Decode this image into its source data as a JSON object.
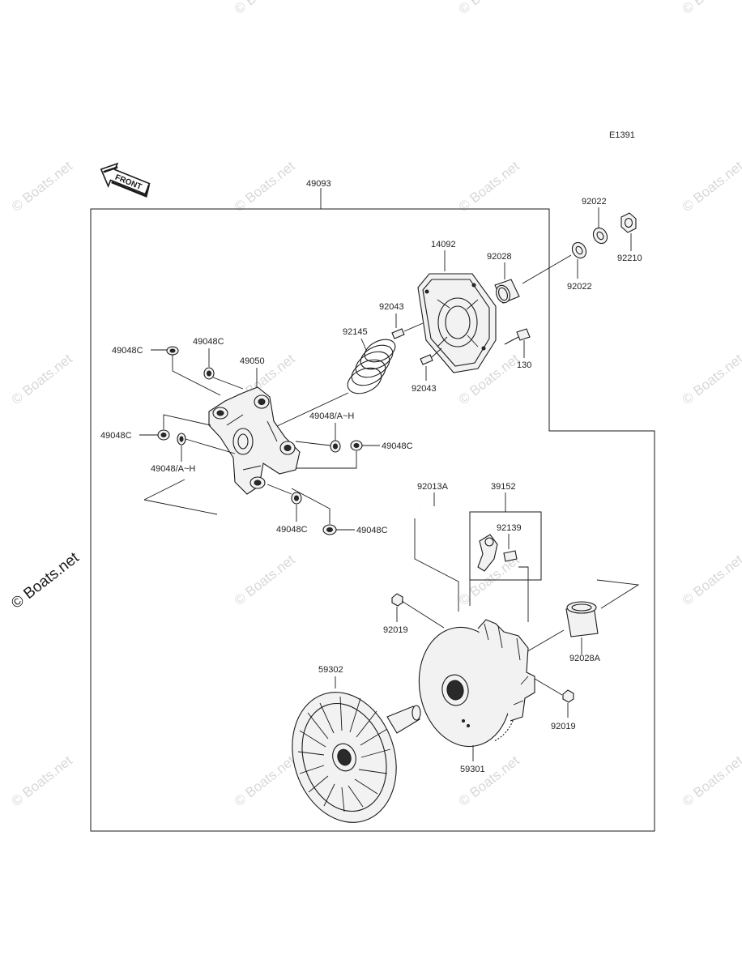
{
  "diagram": {
    "code": "E1391",
    "front_label": "FRONT",
    "watermark": "© Boats.net",
    "parts": {
      "p49093": "49093",
      "p92022_top": "92022",
      "p92210": "92210",
      "p92022_low": "92022",
      "p14092": "14092",
      "p92028": "92028",
      "p92043_top": "92043",
      "p92043_low": "92043",
      "p130": "130",
      "p92145": "92145",
      "p49048C_a": "49048C",
      "p49048C_b": "49048C",
      "p49050": "49050",
      "p49048AH_a": "49048/A~H",
      "p49048C_c": "49048C",
      "p49048C_d": "49048C",
      "p49048AH_b": "49048/A~H",
      "p49048C_e": "49048C",
      "p49048C_f": "49048C",
      "p92013A": "92013A",
      "p39152": "39152",
      "p92139": "92139",
      "p92019_a": "92019",
      "p92028A": "92028A",
      "p59302": "59302",
      "p92019_b": "92019",
      "p59301": "59301"
    }
  }
}
